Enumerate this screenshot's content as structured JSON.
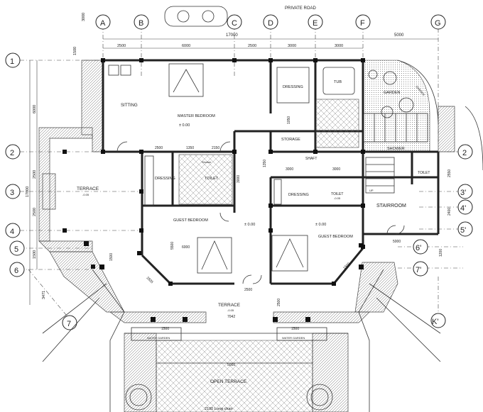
{
  "road_label": "PRIVATE ROAD",
  "grid_columns": [
    "A",
    "B",
    "C",
    "D",
    "E",
    "F",
    "G"
  ],
  "grid_rows": [
    "1",
    "2",
    "3",
    "4",
    "5",
    "6",
    "7"
  ],
  "grid_rows_right": [
    "2",
    "3'",
    "4'",
    "5'",
    "6'",
    "7'",
    "K'"
  ],
  "dims": {
    "top_total": "17000",
    "top_g": "5000",
    "top_segments": [
      "2500",
      "6000",
      "2500",
      "3000",
      "3000"
    ],
    "left_top": "3000",
    "left_1": "1500",
    "left_2": "6000",
    "left_3": "2500",
    "left_4": "17000",
    "left_5": "2500",
    "left_6": "1500",
    "left_7": "3471",
    "inner": [
      "2500",
      "1350",
      "2150",
      "3000",
      "1350",
      "3000",
      "3000",
      "6000",
      "5500",
      "2500",
      "2500",
      "1500",
      "1500",
      "7042",
      "5000",
      "2550",
      "2400",
      "1200",
      "5000",
      "1050",
      "2835",
      "1500",
      "1500"
    ]
  },
  "rooms": {
    "sitting": "SITTING",
    "master_bedroom": "MASTER BEDROOM",
    "level_master": "± 0.00",
    "dressing_top": "DRESSING",
    "tub": "TUB",
    "garden": "GARDEN",
    "garden_small": "GARDEN",
    "storage": "STORAGE",
    "shaft": "SHAFT",
    "shower": "SHOWER",
    "toilet_right": "TOILET",
    "terrace_left": "TERRACE",
    "terrace_left_level": "-0.05",
    "dressing_left": "DRESSING",
    "toilet_left": "TOILET",
    "shower_small": "Shower",
    "guest_bedroom_left": "GUEST BEDROOM",
    "level_center": "± 0.00",
    "dressing_right": "DRESSING",
    "toilet_mid": "TOILET",
    "toilet_mid_level": "-0.05",
    "stairroom": "STAIRROOM",
    "up": "UP",
    "guest_bedroom_right": "GUEST BEDROOM",
    "level_right": "± 0.00",
    "terrace_bottom": "TERRACE",
    "terrace_bottom_level": "-0.05",
    "water_garden_left": "WATER GARDEN",
    "water_garden_right": "WATER GARDEN",
    "open_terrace": "OPEN TERRACE",
    "long_chair": "2100 Long chair"
  }
}
